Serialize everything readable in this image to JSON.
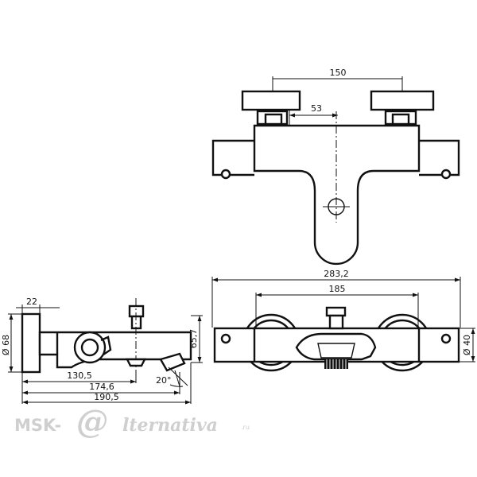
{
  "dimensions": {
    "top_width": "150",
    "top_offset": "53",
    "front_total": "283,2",
    "front_inner": "185",
    "front_diameter": "Ø 40",
    "side_width": "22",
    "side_diameter": "Ø 68",
    "side_height": "65,7",
    "side_angle": "20°",
    "side_len1": "130,5",
    "side_len2": "174,6",
    "side_len3": "190,5"
  },
  "watermark": {
    "brand": "MSK-",
    "at": "@",
    "rest": "lternativa",
    "suffix": ".ru"
  }
}
